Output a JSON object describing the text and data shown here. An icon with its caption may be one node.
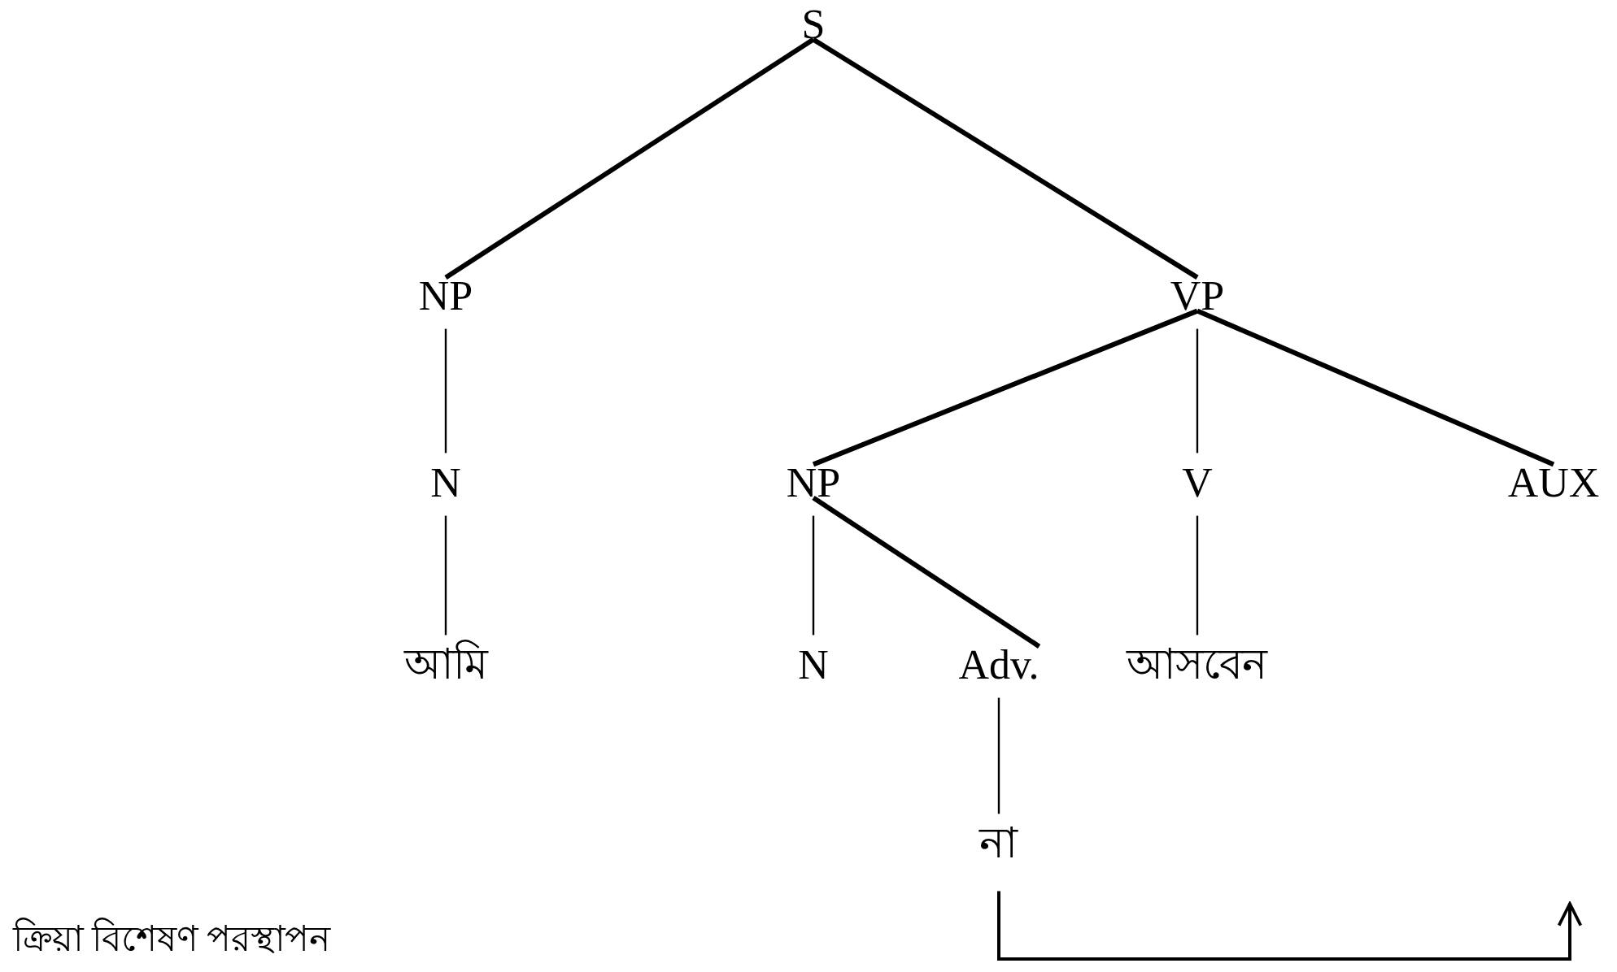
{
  "diagram": {
    "nodes": [
      {
        "text": [
          "S"
        ]
      },
      {
        "text": [
          "NP"
        ]
      },
      {
        "text": [
          "VP"
        ]
      },
      {
        "text": [
          "N"
        ]
      },
      {
        "text": [
          "NP"
        ]
      },
      {
        "text": [
          "V"
        ]
      },
      {
        "text": [
          "AUX"
        ]
      },
      {
        "text": [
          "আমি"
        ]
      },
      {
        "text": [
          "N"
        ]
      },
      {
        "text": [
          "Adv."
        ]
      },
      {
        "text": [
          "আসবেন"
        ]
      },
      {
        "text": [
          "না"
        ]
      }
    ],
    "edges": [
      {
        "from": 0,
        "to": 1,
        "arrow": "none",
        "style": "thick"
      },
      {
        "from": 0,
        "to": 2,
        "arrow": "none",
        "style": "thick"
      },
      {
        "from": 1,
        "to": 3,
        "arrow": "none"
      },
      {
        "from": 3,
        "to": 7,
        "arrow": "none"
      },
      {
        "from": 2,
        "to": 4,
        "arrow": "none",
        "style": "thick"
      },
      {
        "from": 2,
        "to": 5,
        "arrow": "none"
      },
      {
        "from": 2,
        "to": 6,
        "arrow": "none",
        "style": "thick"
      },
      {
        "from": 4,
        "to": 8,
        "arrow": "none"
      },
      {
        "from": 4,
        "to": 9,
        "arrow": "none",
        "style": "thick"
      },
      {
        "from": 5,
        "to": 10,
        "arrow": "none"
      },
      {
        "from": 9,
        "to": 11,
        "arrow": "none"
      },
      {
        "from": 11,
        "to": null,
        "arrow": "to"
      }
    ],
    "labels": [
      "ক্রিয়া বিশেষণ পরস্থাপন"
    ]
  }
}
